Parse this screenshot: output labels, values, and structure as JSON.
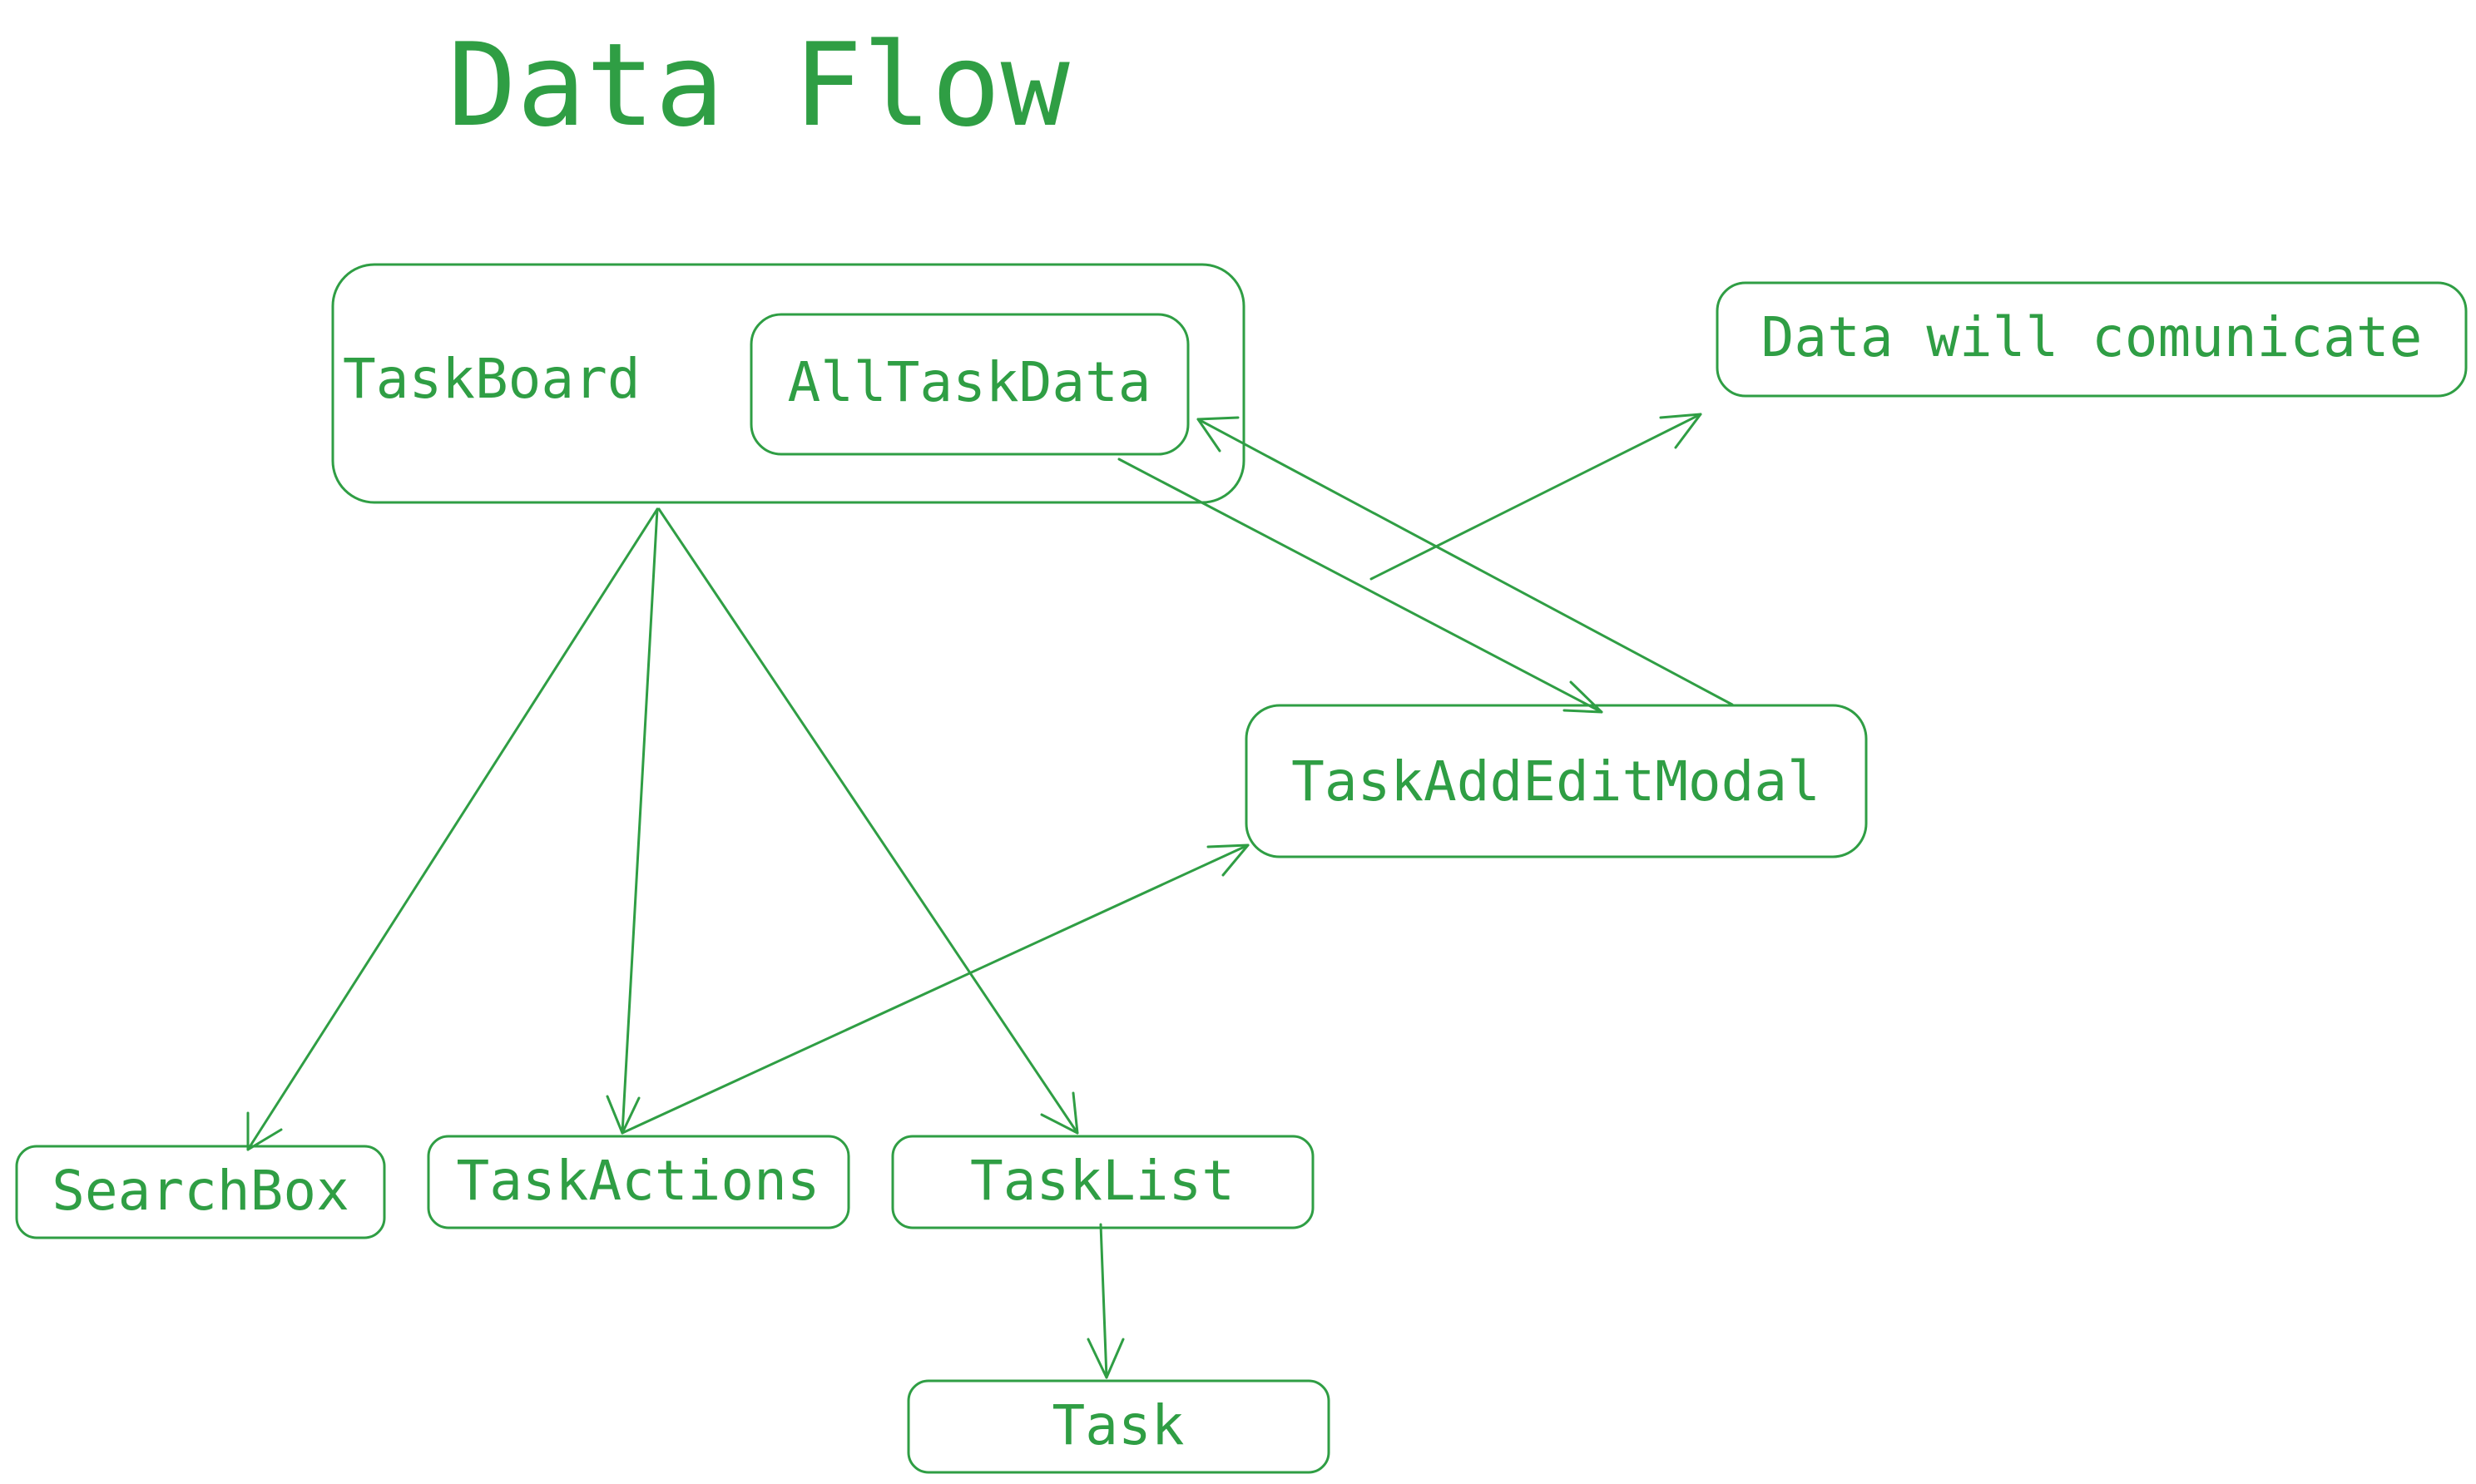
{
  "diagram": {
    "title": "Data Flow",
    "color": "#2f9e44",
    "nodes": {
      "taskboard": {
        "label": "TaskBoard"
      },
      "alltaskdata": {
        "label": "AllTaskData"
      },
      "note": {
        "label": "Data will comunicate"
      },
      "modal": {
        "label": "TaskAddEditModal"
      },
      "searchbox": {
        "label": "SearchBox"
      },
      "taskactions": {
        "label": "TaskActions"
      },
      "tasklist": {
        "label": "TaskList"
      },
      "task": {
        "label": "Task"
      }
    },
    "edges": [
      {
        "from": "taskboard",
        "to": "searchbox"
      },
      {
        "from": "taskboard",
        "to": "taskactions"
      },
      {
        "from": "taskboard",
        "to": "tasklist"
      },
      {
        "from": "alltaskdata",
        "to": "modal"
      },
      {
        "from": "modal",
        "to": "alltaskdata"
      },
      {
        "from": "taskactions",
        "to": "modal"
      },
      {
        "from": "tasklist",
        "to": "task"
      },
      {
        "from": "annotation",
        "to": "note"
      }
    ]
  }
}
